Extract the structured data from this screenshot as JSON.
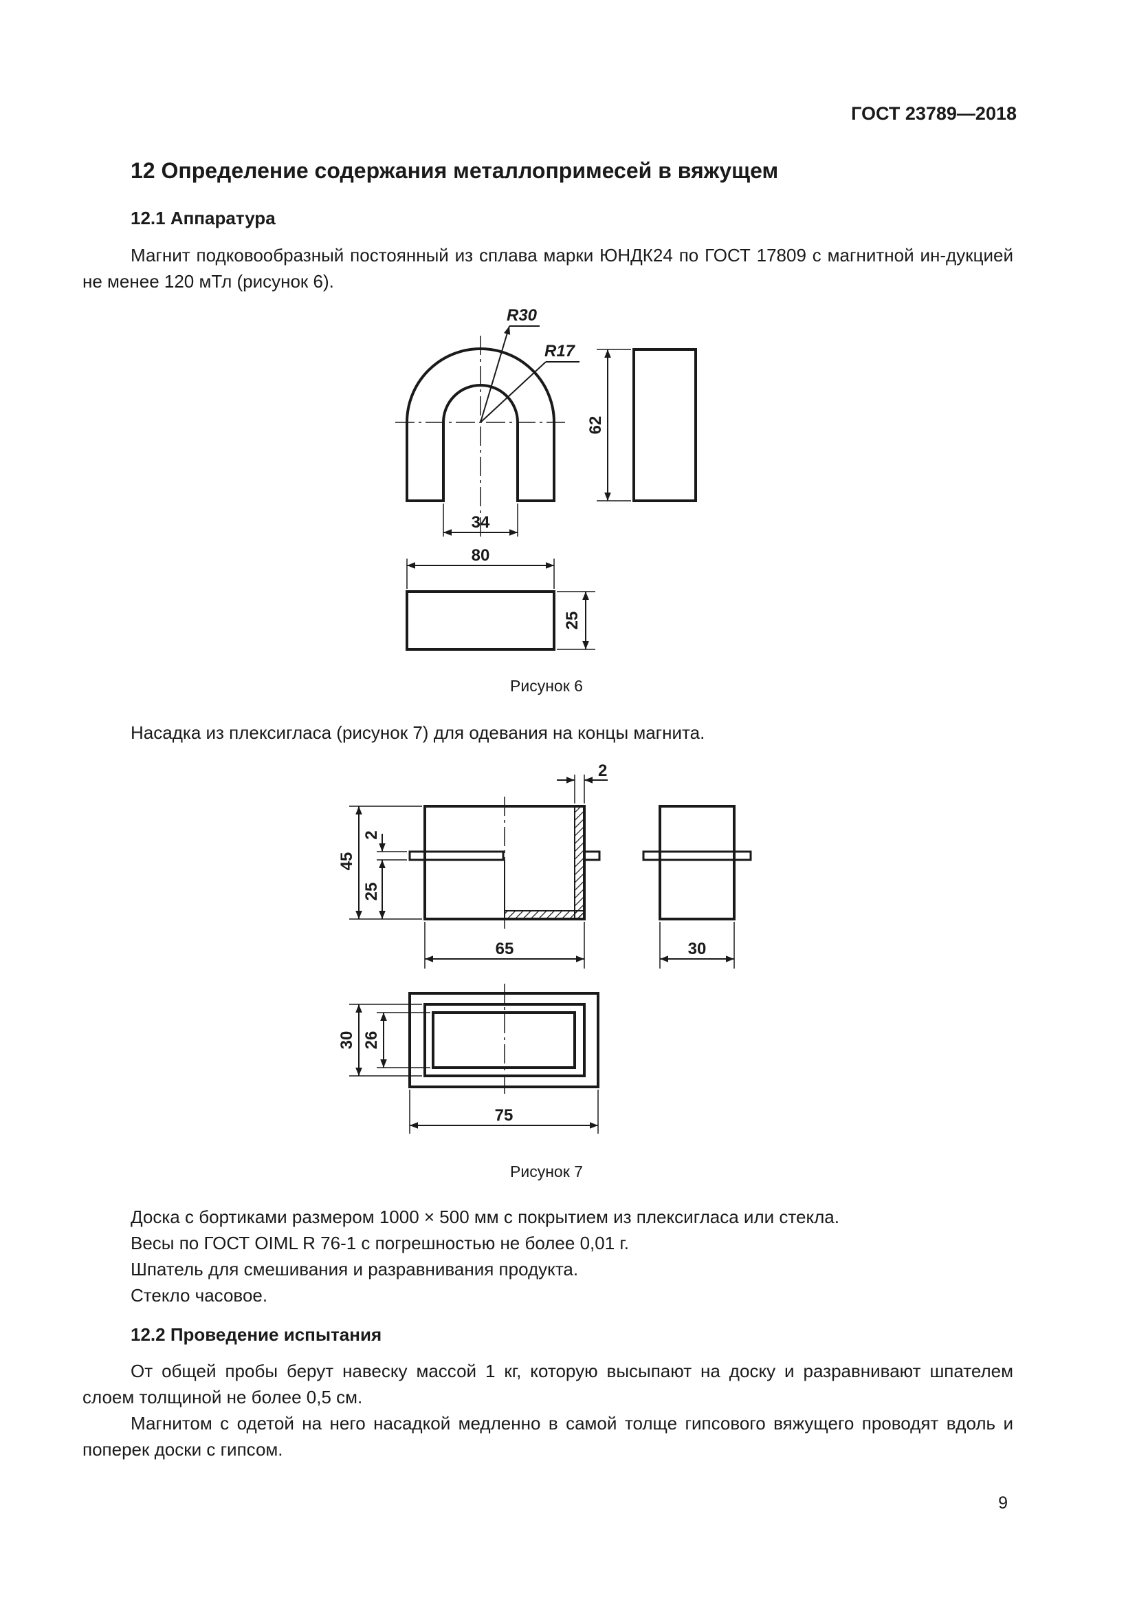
{
  "header": {
    "standard": "ГОСТ 23789—2018"
  },
  "section": {
    "title": "12  Определение содержания металлопримесей в вяжущем"
  },
  "sub1": {
    "title": "12.1  Аппаратура",
    "para1": "Магнит подковообразный постоянный из сплава марки ЮНДК24 по ГОСТ 17809 с магнитной ин-дукцией не менее 120 мТл  (рисунок 6)."
  },
  "figure6": {
    "caption": "Рисунок 6",
    "dims": {
      "r_outer": "R30",
      "r_inner": "R17",
      "height": "62",
      "gap": "34",
      "length": "80",
      "thickness": "25"
    }
  },
  "para_nasadka": "Насадка из плексигласа (рисунок 7) для одевания на концы магнита.",
  "figure7": {
    "caption": "Рисунок 7",
    "dims": {
      "wall": "2",
      "height": "45",
      "slot": "2",
      "lower": "25",
      "width": "65",
      "side_width": "30",
      "plan_outer": "30",
      "plan_inner": "26",
      "plan_length": "75"
    }
  },
  "items": [
    "Доска с бортиками размером 1000 × 500 мм с покрытием из плексигласа или стекла.",
    "Весы по ГОСТ OIML R 76-1 с погрешностью не более 0,01 г.",
    "Шпатель для смешивания и разравнивания продукта.",
    "Стекло часовое."
  ],
  "sub2": {
    "title": "12.2  Проведение испытания",
    "para1": "От общей пробы берут навеску массой 1 кг, которую высыпают на доску и разравнивают шпателем слоем толщиной не более 0,5 см.",
    "para2": "Магнитом с одетой на него насадкой медленно в самой толще гипсового вяжущего проводят вдоль и поперек доски с гипсом."
  },
  "page": {
    "number": "9"
  }
}
